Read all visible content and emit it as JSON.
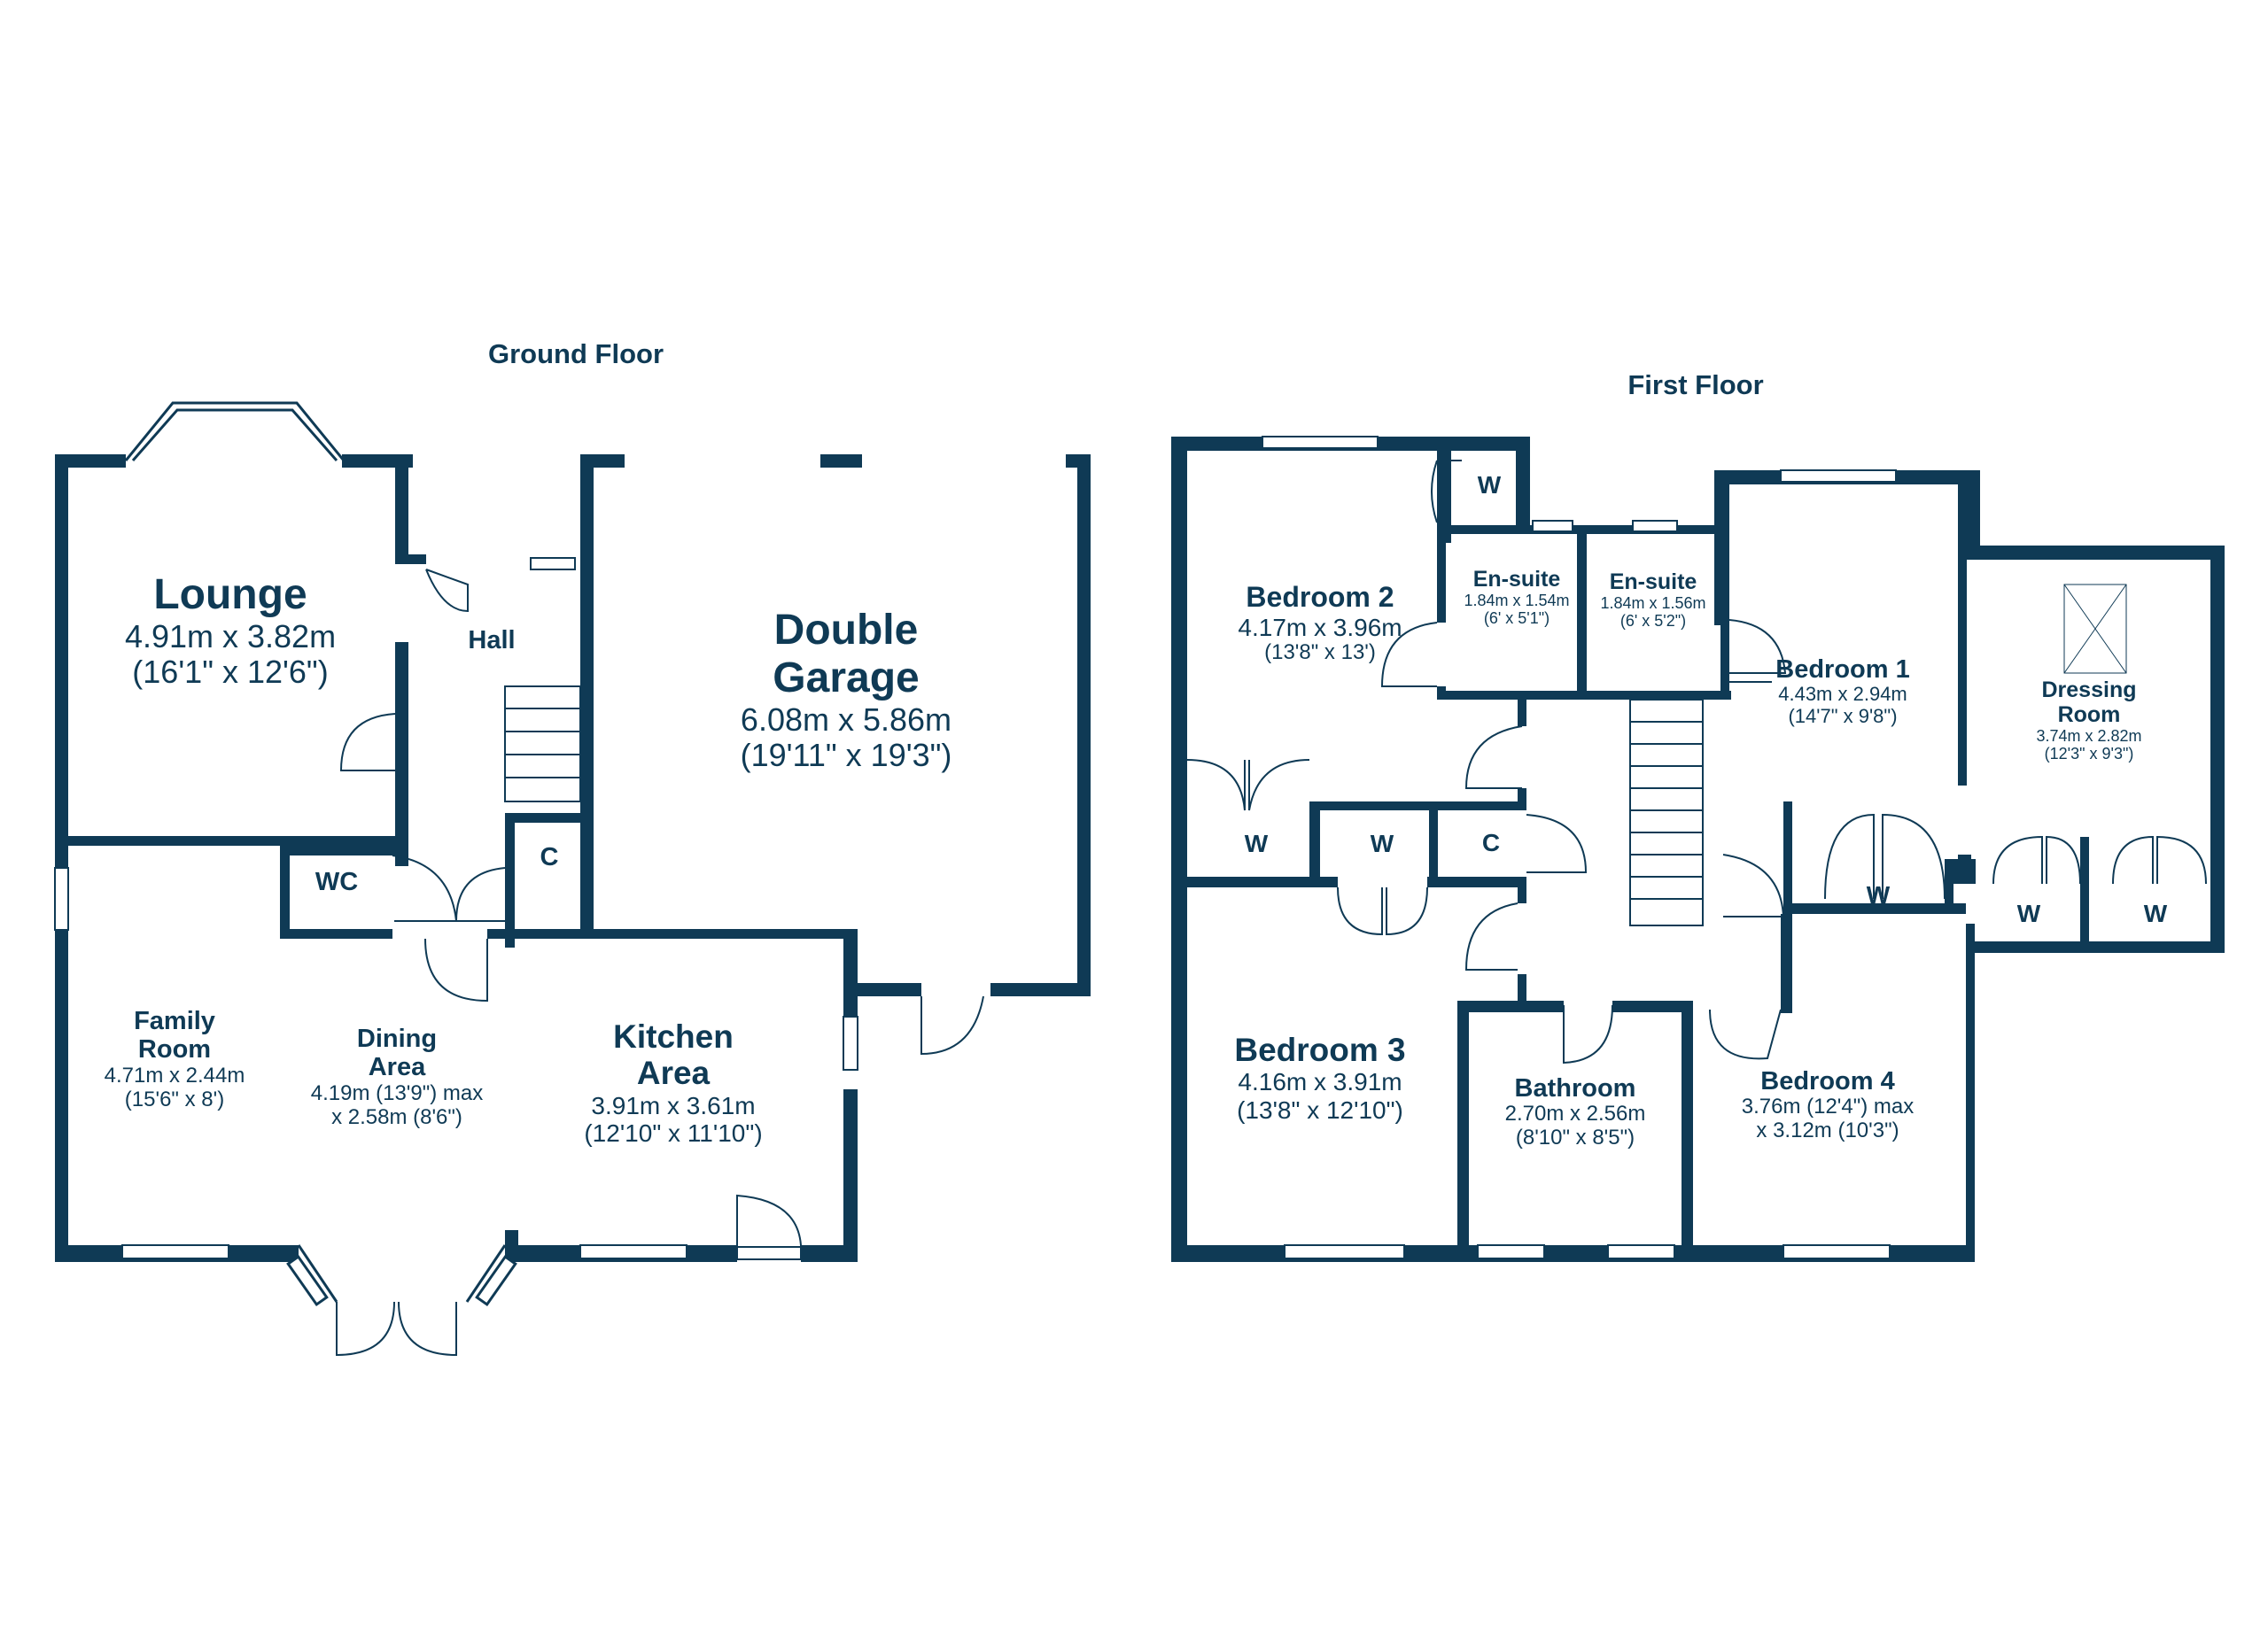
{
  "floors": {
    "ground": {
      "title": "Ground Floor",
      "rooms": {
        "lounge": {
          "name": "Lounge",
          "dim_m": "4.91m x 3.82m",
          "dim_ft": "(16'1\" x 12'6\")"
        },
        "hall": {
          "name": "Hall"
        },
        "garage": {
          "name_1": "Double",
          "name_2": "Garage",
          "dim_m": "6.08m x 5.86m",
          "dim_ft": "(19'11\" x 19'3\")"
        },
        "wc": {
          "name": "WC"
        },
        "cupboard": {
          "name": "C"
        },
        "family": {
          "name_1": "Family",
          "name_2": "Room",
          "dim_m": "4.71m x 2.44m",
          "dim_ft": "(15'6\" x 8')"
        },
        "dining": {
          "name_1": "Dining",
          "name_2": "Area",
          "dim_1": "4.19m (13'9\") max",
          "dim_2": "x 2.58m (8'6\")"
        },
        "kitchen": {
          "name_1": "Kitchen",
          "name_2": "Area",
          "dim_m": "3.91m x 3.61m",
          "dim_ft": "(12'10\" x 11'10\")"
        }
      }
    },
    "first": {
      "title": "First Floor",
      "rooms": {
        "bedroom2": {
          "name": "Bedroom 2",
          "dim_m": "4.17m x 3.96m",
          "dim_ft": "(13'8\" x 13')"
        },
        "ensuite_a": {
          "name": "En-suite",
          "dim_m": "1.84m x 1.54m",
          "dim_ft": "(6' x 5'1\")"
        },
        "ensuite_b": {
          "name": "En-suite",
          "dim_m": "1.84m x 1.56m",
          "dim_ft": "(6' x 5'2\")"
        },
        "bedroom1": {
          "name": "Bedroom 1",
          "dim_m": "4.43m x 2.94m",
          "dim_ft": "(14'7\" x 9'8\")"
        },
        "dressing": {
          "name_1": "Dressing",
          "name_2": "Room",
          "dim_m": "3.74m x 2.82m",
          "dim_ft": "(12'3\" x 9'3\")"
        },
        "bedroom3": {
          "name": "Bedroom 3",
          "dim_m": "4.16m x 3.91m",
          "dim_ft": "(13'8\" x 12'10\")"
        },
        "bathroom": {
          "name": "Bathroom",
          "dim_m": "2.70m x 2.56m",
          "dim_ft": "(8'10\" x 8'5\")"
        },
        "bedroom4": {
          "name": "Bedroom 4",
          "dim_1": "3.76m (12'4\") max",
          "dim_2": "x 3.12m (10'3\")"
        },
        "cupboard": {
          "name": "C"
        }
      },
      "wardrobe_label": "W"
    }
  },
  "colors": {
    "wall": "#0f3a55",
    "line": "#0f3a55",
    "background": "#ffffff",
    "window_fill": "#ffffff"
  }
}
